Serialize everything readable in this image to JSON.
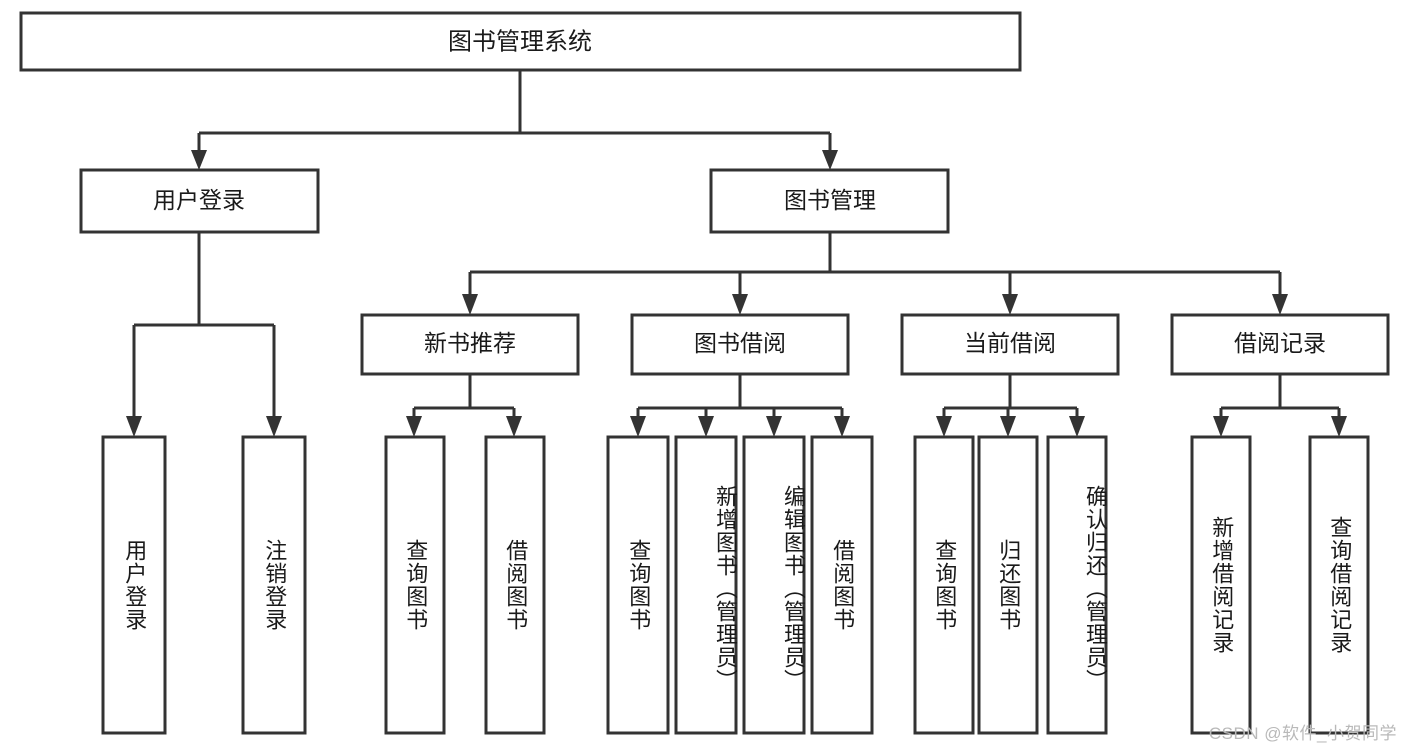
{
  "diagram": {
    "title": "图书管理系统",
    "type": "hierarchy-tree",
    "watermark": "CSDN @软件_小贺同学",
    "colors": {
      "stroke": "#333333",
      "fill": "#ffffff",
      "text": "#1a1a1a",
      "watermark": "#b9b9b9"
    },
    "levels": {
      "root": {
        "label": "图书管理系统"
      },
      "level2": [
        {
          "label": "用户登录"
        },
        {
          "label": "图书管理"
        }
      ],
      "level3": [
        {
          "label": "新书推荐"
        },
        {
          "label": "图书借阅"
        },
        {
          "label": "当前借阅"
        },
        {
          "label": "借阅记录"
        }
      ],
      "leaves": {
        "user_login": [
          {
            "label": "用户登录"
          },
          {
            "label": "注销登录"
          }
        ],
        "new_book_recommend": [
          {
            "label": "查询图书"
          },
          {
            "label": "借阅图书"
          }
        ],
        "book_borrow": [
          {
            "label": "查询图书"
          },
          {
            "label": "新增图书（管理员）"
          },
          {
            "label": "编辑图书（管理员）"
          },
          {
            "label": "借阅图书"
          }
        ],
        "current_borrow": [
          {
            "label": "查询图书"
          },
          {
            "label": "归还图书"
          },
          {
            "label": "确认归还（管理员）"
          }
        ],
        "borrow_record": [
          {
            "label": "新增借阅记录"
          },
          {
            "label": "查询借阅记录"
          }
        ]
      }
    }
  }
}
